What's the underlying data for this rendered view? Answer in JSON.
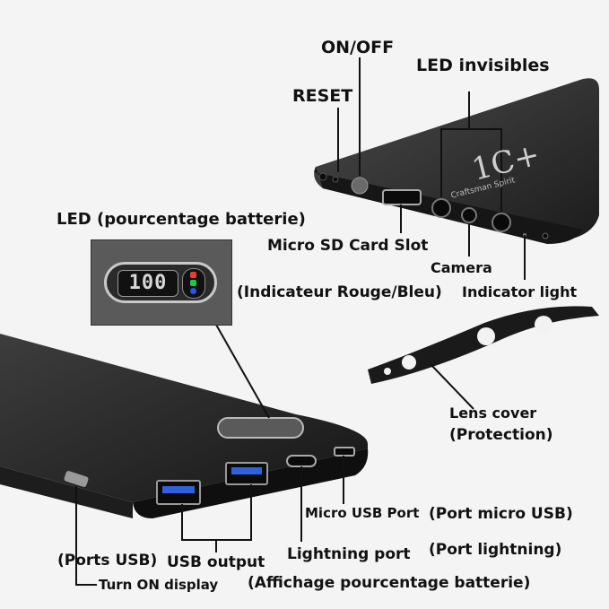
{
  "labels": {
    "on_off": "ON/OFF",
    "led_invisibles": "LED invisibles",
    "reset": "RESET",
    "led_pourcentage": "LED (pourcentage batterie)",
    "micro_sd": "Micro SD Card Slot",
    "camera": "Camera",
    "indicateur": "(Indicateur Rouge/Bleu)",
    "indicator_light": "Indicator light",
    "lens_cover": "Lens cover",
    "protection": "(Protection)",
    "micro_usb_port": "Micro USB Port",
    "port_micro_usb": "(Port micro USB)",
    "ports_usb": "(Ports USB)",
    "usb_output": "USB output",
    "lightning_port": "Lightning port",
    "port_lightning": "(Port lightning)",
    "turn_on_display": "Turn ON display",
    "affichage": "(Affichage pourcentage batterie)"
  },
  "device": {
    "brand_mark": "1C+",
    "brand_sub": "Craftsman Spirit",
    "led_digits": "100"
  },
  "colors": {
    "device_body": "#2b2b2b",
    "led_red": "#e0452a",
    "led_green": "#29c24a",
    "led_blue": "#2b57e8"
  }
}
